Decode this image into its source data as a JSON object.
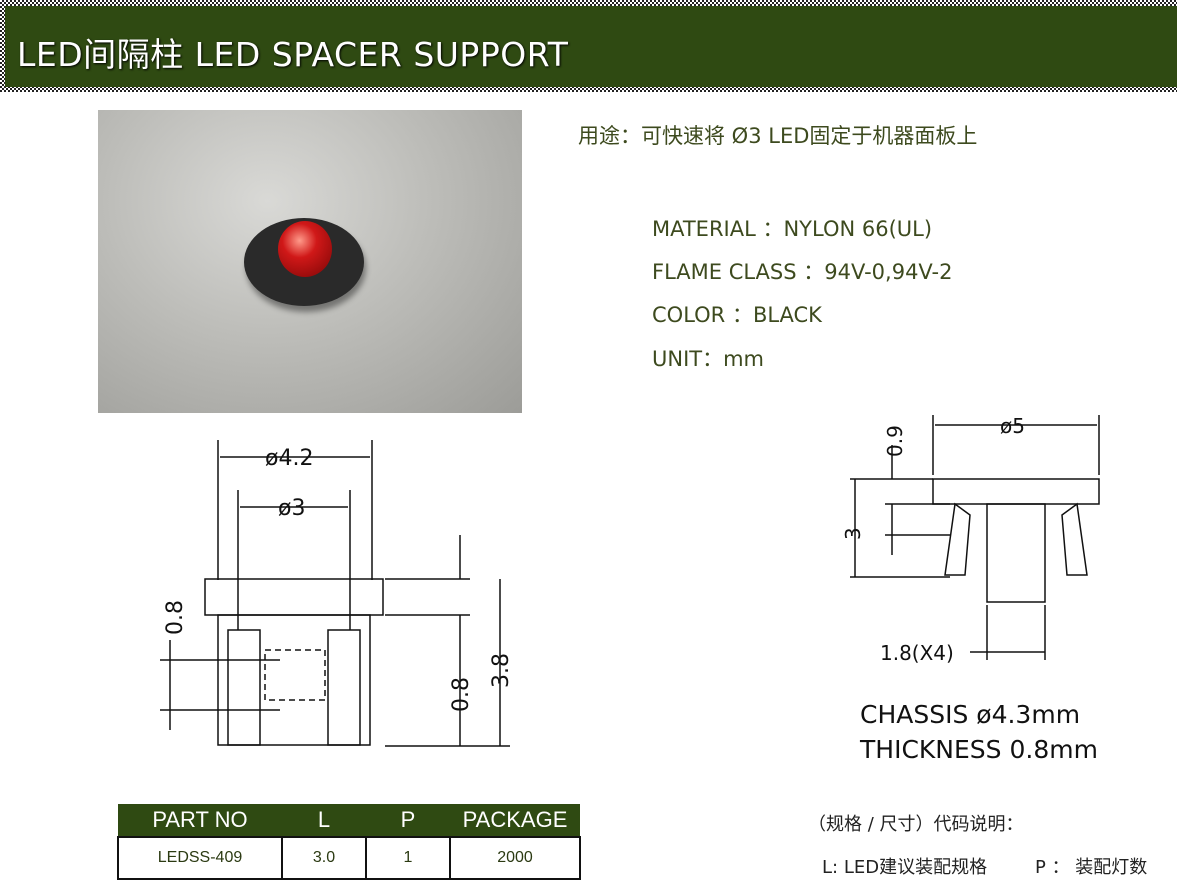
{
  "header": {
    "title": "LED间隔柱 LED SPACER SUPPORT"
  },
  "usage": "用途：可快速将 Ø3 LED固定于机器面板上",
  "specs": [
    "MATERIAL  ：NYLON 66(UL)",
    "FLAME CLASS  ：94V-0,94V-2",
    "COLOR  ：BLACK",
    "UNIT：mm"
  ],
  "drawing_left": {
    "d_outer": "ø4.2",
    "d_inner": "ø3",
    "h_top": "0.8",
    "h_mid": "0.8",
    "h_total": "3.8"
  },
  "drawing_right": {
    "d_top": "ø5",
    "h_flange": "0.9",
    "h_body": "3",
    "leg": "1.8(X4)",
    "chassis": "CHASSIS  ø4.3mm",
    "thickness": "THICKNESS  0.8mm"
  },
  "table": {
    "headers": [
      "PART NO",
      "L",
      "P",
      "PACKAGE"
    ],
    "rows": [
      [
        "LEDSS-409",
        "3.0",
        "1",
        "2000"
      ]
    ]
  },
  "notes": {
    "title": "（规格 / 尺寸）代码说明：",
    "l": "L: LED建议装配规格",
    "p": "P ：  装配灯数"
  }
}
